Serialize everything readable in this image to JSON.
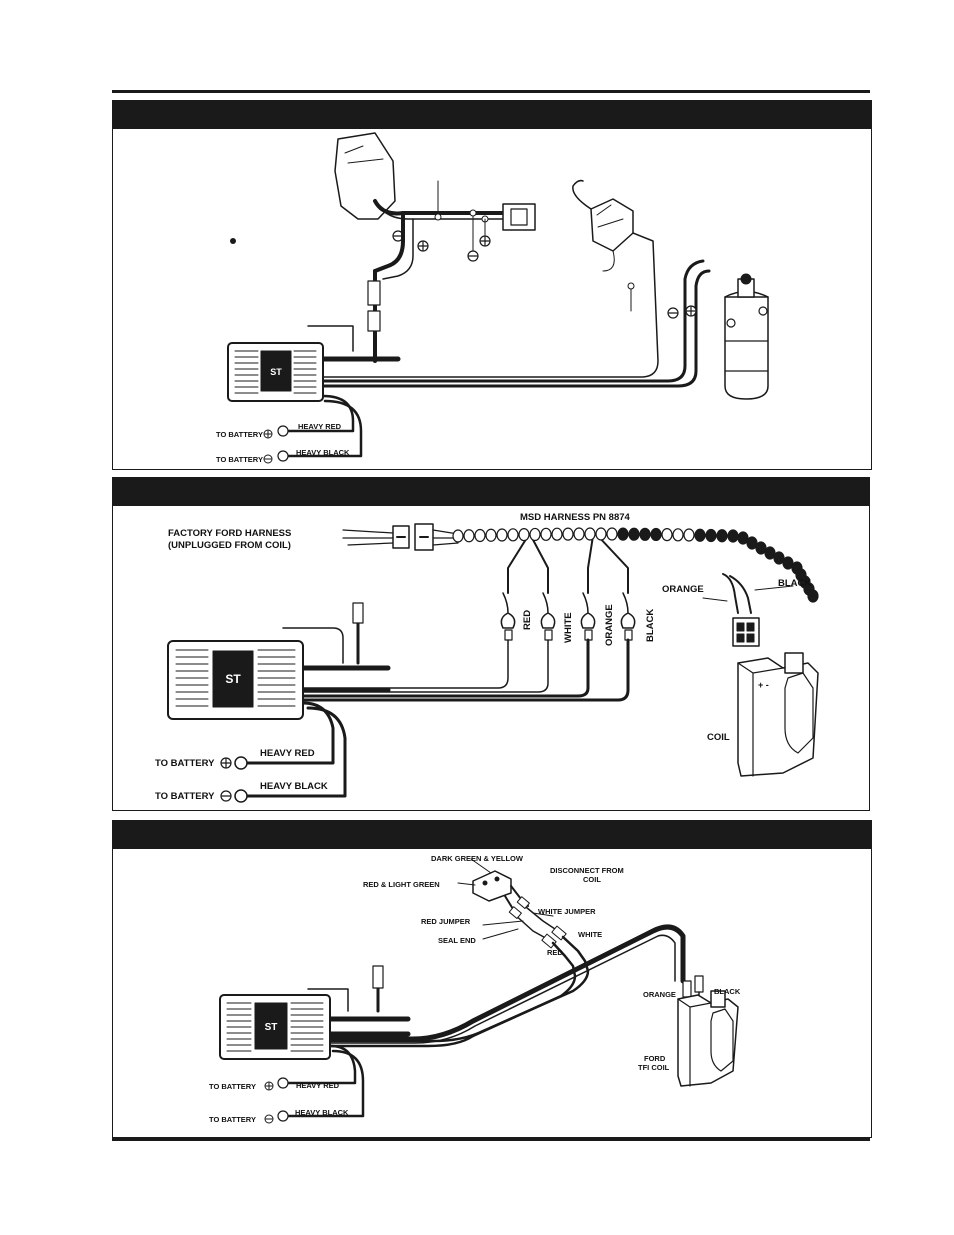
{
  "diagram1": {
    "to_battery_pos": "TO BATTERY",
    "to_battery_neg": "TO BATTERY",
    "heavy_red": "HEAVY RED",
    "heavy_black": "HEAVY BLACK"
  },
  "diagram2": {
    "factory_harness_line1": "FACTORY FORD HARNESS",
    "factory_harness_line2": "(UNPLUGGED FROM COIL)",
    "msd_harness": "MSD HARNESS PN 8874",
    "wire_red": "RED",
    "wire_white": "WHITE",
    "wire_orange": "ORANGE",
    "wire_black": "BLACK",
    "orange": "ORANGE",
    "black": "BLACK",
    "coil": "COIL",
    "to_battery_pos": "TO BATTERY",
    "to_battery_neg": "TO BATTERY",
    "heavy_red": "HEAVY RED",
    "heavy_black": "HEAVY BLACK"
  },
  "diagram3": {
    "dark_green_yellow": "DARK GREEN & YELLOW",
    "red_light_green": "RED & LIGHT GREEN",
    "disconnect_line1": "DISCONNECT FROM",
    "disconnect_line2": "COIL",
    "red_jumper": "RED JUMPER",
    "white_jumper": "WHITE JUMPER",
    "seal_end": "SEAL END",
    "white": "WHITE",
    "red": "RED",
    "orange": "ORANGE",
    "black": "BLACK",
    "ford_tfi_line1": "FORD",
    "ford_tfi_line2": "TFI COIL",
    "to_battery_pos": "TO BATTERY",
    "to_battery_neg": "TO BATTERY",
    "heavy_red": "HEAVY RED",
    "heavy_black": "HEAVY BLACK"
  },
  "colors": {
    "ink": "#1a1a1a",
    "paper": "#ffffff",
    "box_gray": "#cfcfcf"
  }
}
